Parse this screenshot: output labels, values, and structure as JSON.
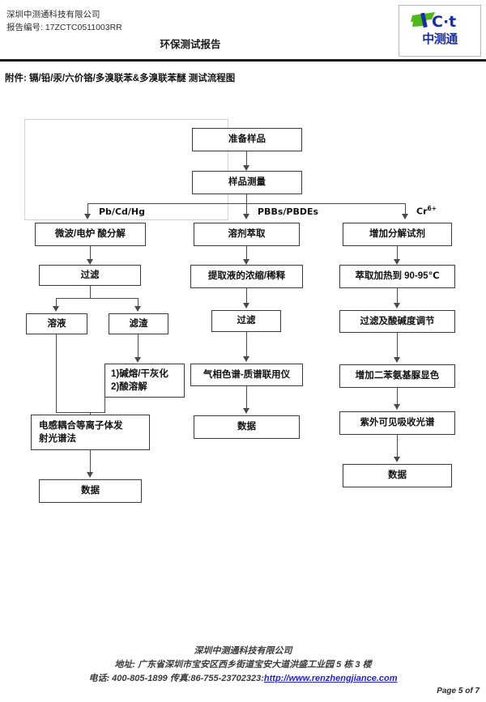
{
  "header": {
    "company": "深圳中测通科技有限公司",
    "report_no_label": "报告编号:",
    "report_no": "17ZCTC0511003RR",
    "report_no_line": "报告编号: 17ZCTC0511003RR",
    "doc_title": "环保测试报告",
    "logo_text": "中测通",
    "logo_accent": "#1b2f9c",
    "logo_swoosh_color": "#4fb81c"
  },
  "attachment": {
    "title": "附件: 镉/铅/汞/六价铬/多溴联苯&多溴联苯醚 测试流程图"
  },
  "flowchart": {
    "nodes": {
      "prepare_sample": "准备样品",
      "sample_measure": "样品测量",
      "microwave_acid": "微波/电炉 酸分解",
      "filter_left": "过滤",
      "solution": "溶液",
      "residue": "滤渣",
      "alkali_fusion_line1": "1)碱熔/干灰化",
      "alkali_fusion_line2": "2)酸溶解",
      "icp_oes_line1": "电感耦合等离子体发",
      "icp_oes_line2": "射光谱法",
      "data_left": "数据",
      "solvent_extract": "溶剂萃取",
      "concentrate_dilute": "提取液的浓缩/稀释",
      "filter_mid": "过滤",
      "gc_ms": "气相色谱-质谱联用仪",
      "data_mid": "数据",
      "add_reagent": "增加分解试剂",
      "heat_extract": "萃取加热到 90-95℃",
      "filter_ph": "过滤及酸碱度调节",
      "diphenylcarbazide": "增加二苯氨基脲显色",
      "uv_vis": "紫外可见吸收光谱",
      "data_right": "数据"
    },
    "branch_labels": {
      "left": "Pb/Cd/Hg",
      "middle": "PBBs/PBDEs",
      "right_base": "Cr",
      "right_sup": "6+"
    }
  },
  "footer": {
    "company": "深圳中测通科技有限公司",
    "address": "地址: 广东省深圳市宝安区西乡街道宝安大道洪盛工业园 5 栋 3 楼",
    "contact_prefix": "电话: 400-805-1899 传真:86-755-23702323:",
    "website": "http://www.renzhengjiance.com",
    "page": "Page 5 of 7"
  }
}
